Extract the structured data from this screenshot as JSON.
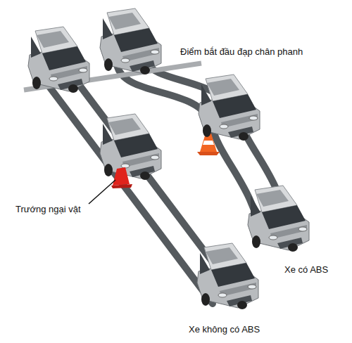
{
  "diagram": {
    "labels": [
      "Điểm bắt đầu đạp chân phanh",
      "Trướng ngại vật",
      "Xe có ABS",
      "Xe không có ABS"
    ]
  }
}
